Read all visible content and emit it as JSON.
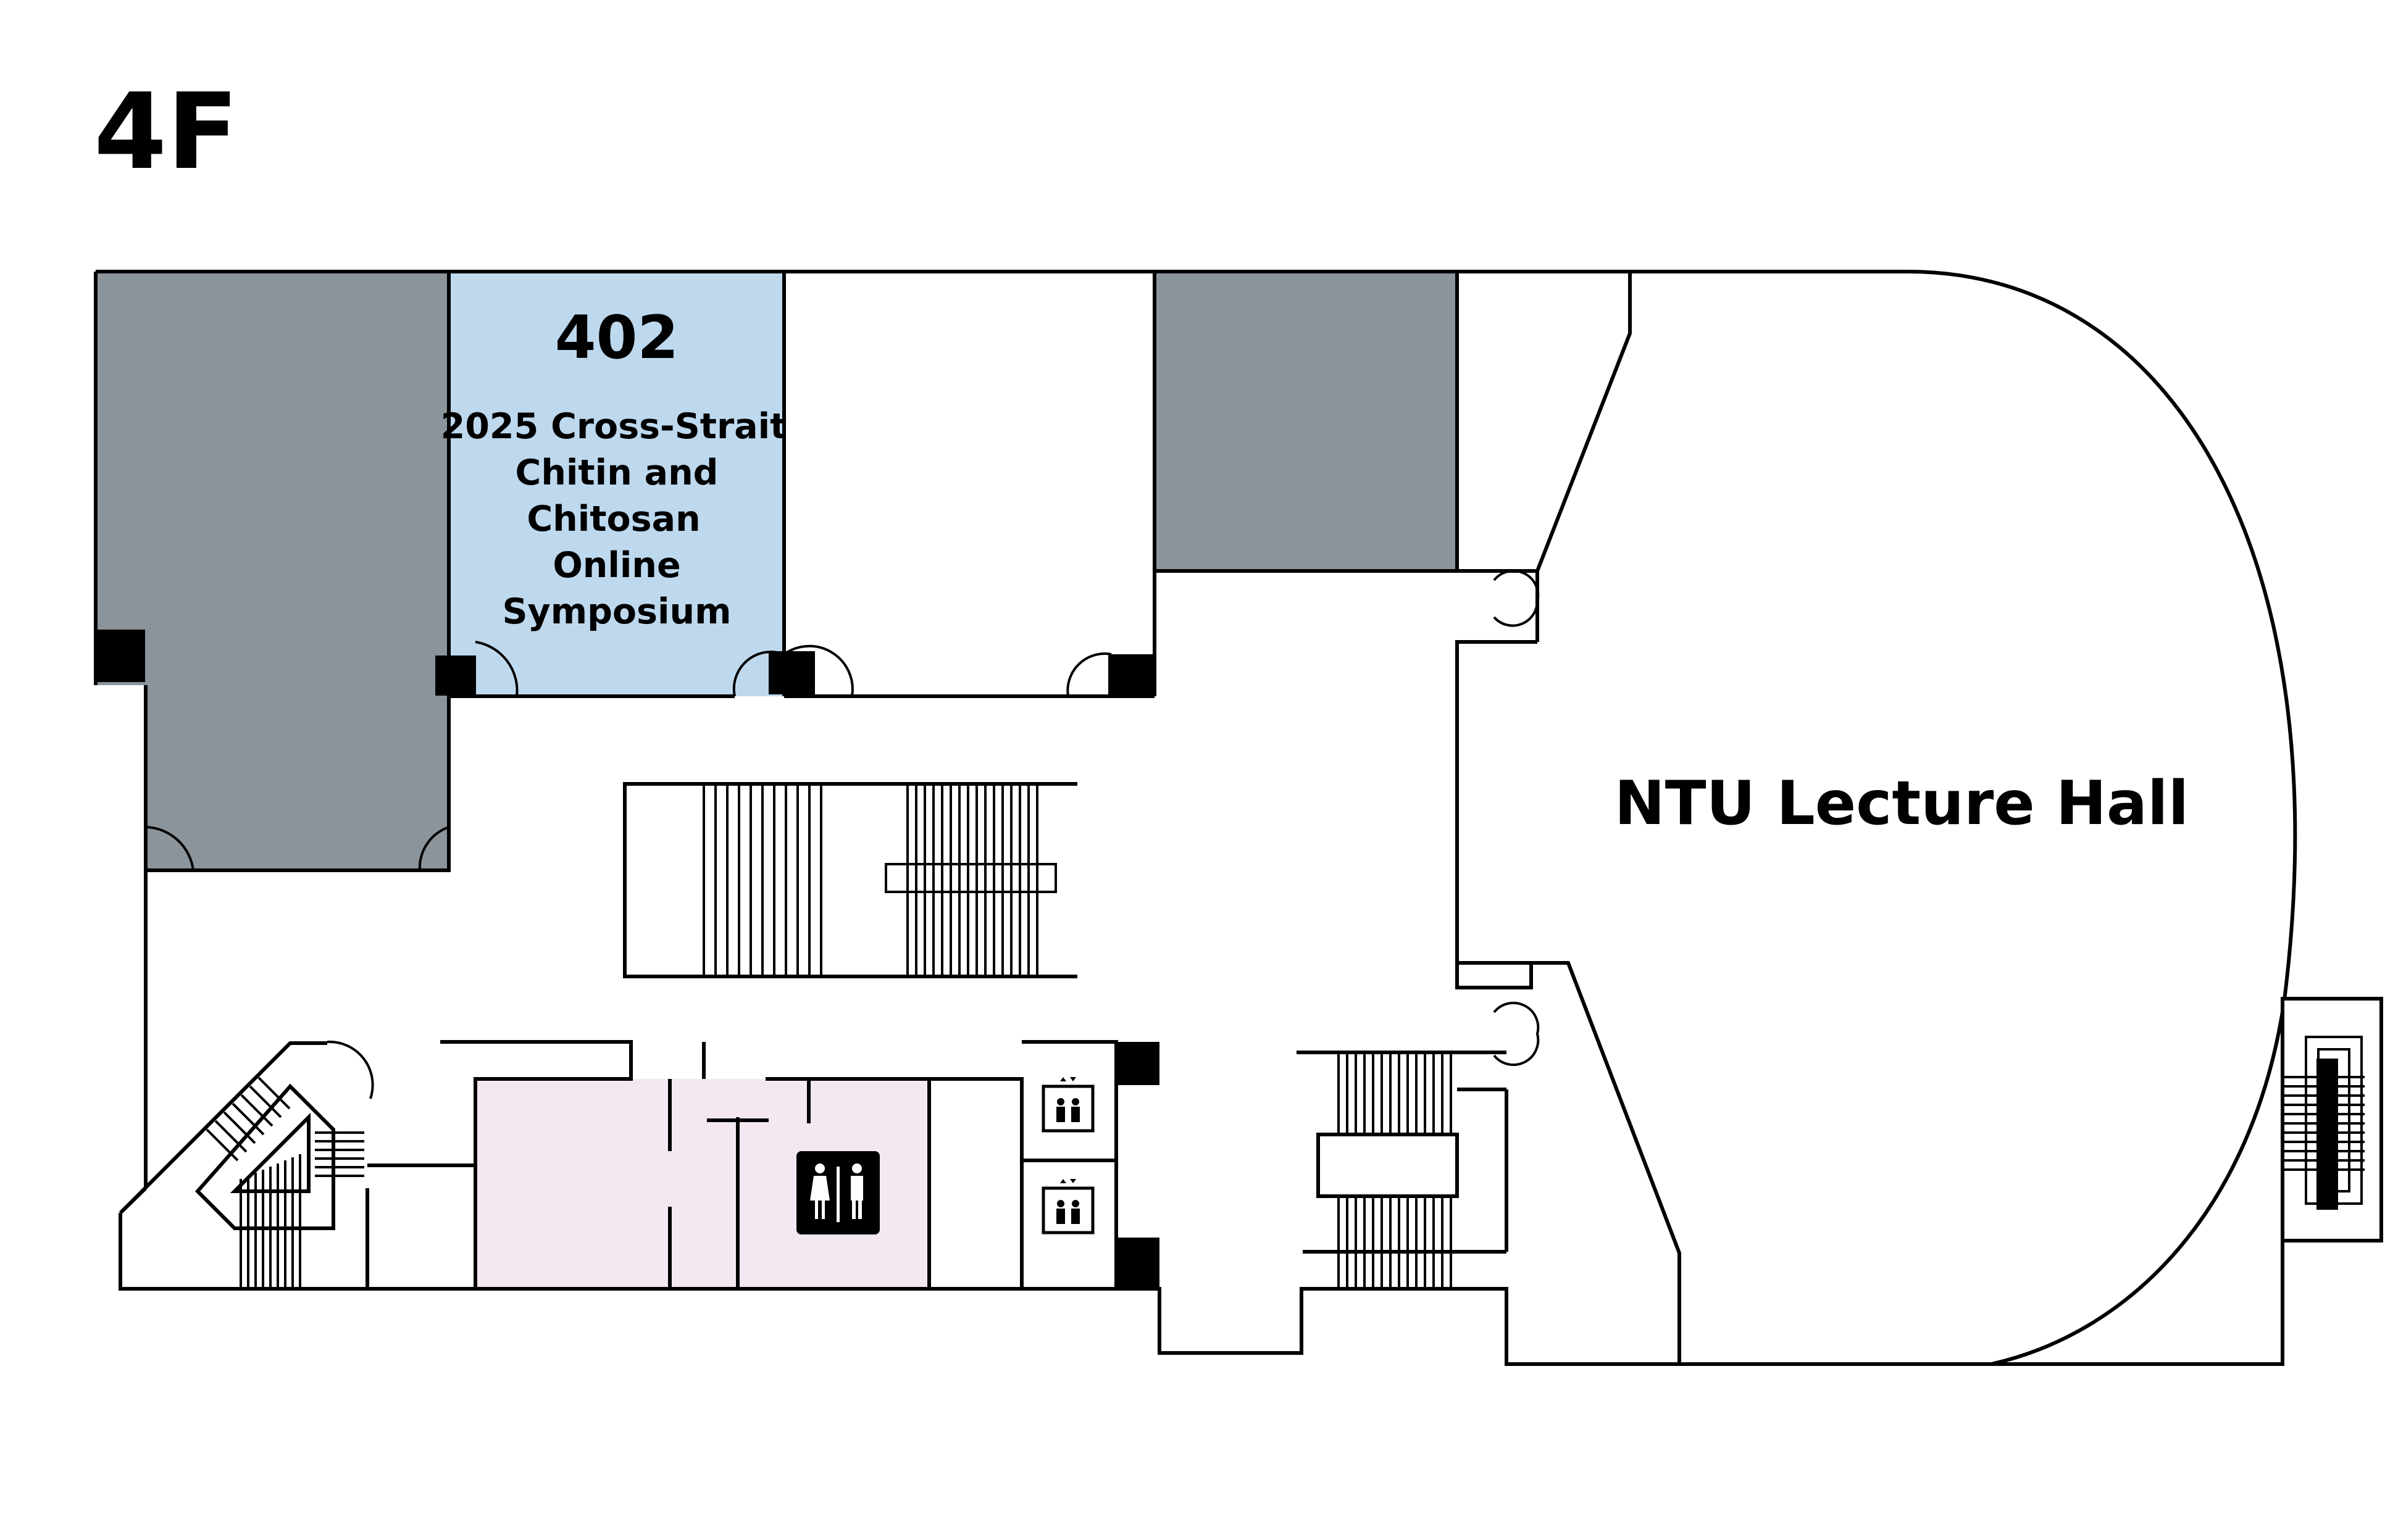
{
  "floor": {
    "label": "4F"
  },
  "rooms": {
    "room_402": {
      "number": "402",
      "event_lines": [
        "2025 Cross-Strait",
        "Chitin and",
        "Chitosan",
        "Online",
        "Symposium"
      ]
    },
    "lecture_hall": {
      "name": "NTU Lecture Hall"
    }
  },
  "icons": [
    "restroom-icon",
    "elevator-icon",
    "stairs-icon"
  ],
  "colors": {
    "unavailable_room": "#8c949b",
    "highlighted_room": "#bed9ee",
    "restroom_area": "#f3e8f2",
    "walls": "#000000"
  }
}
